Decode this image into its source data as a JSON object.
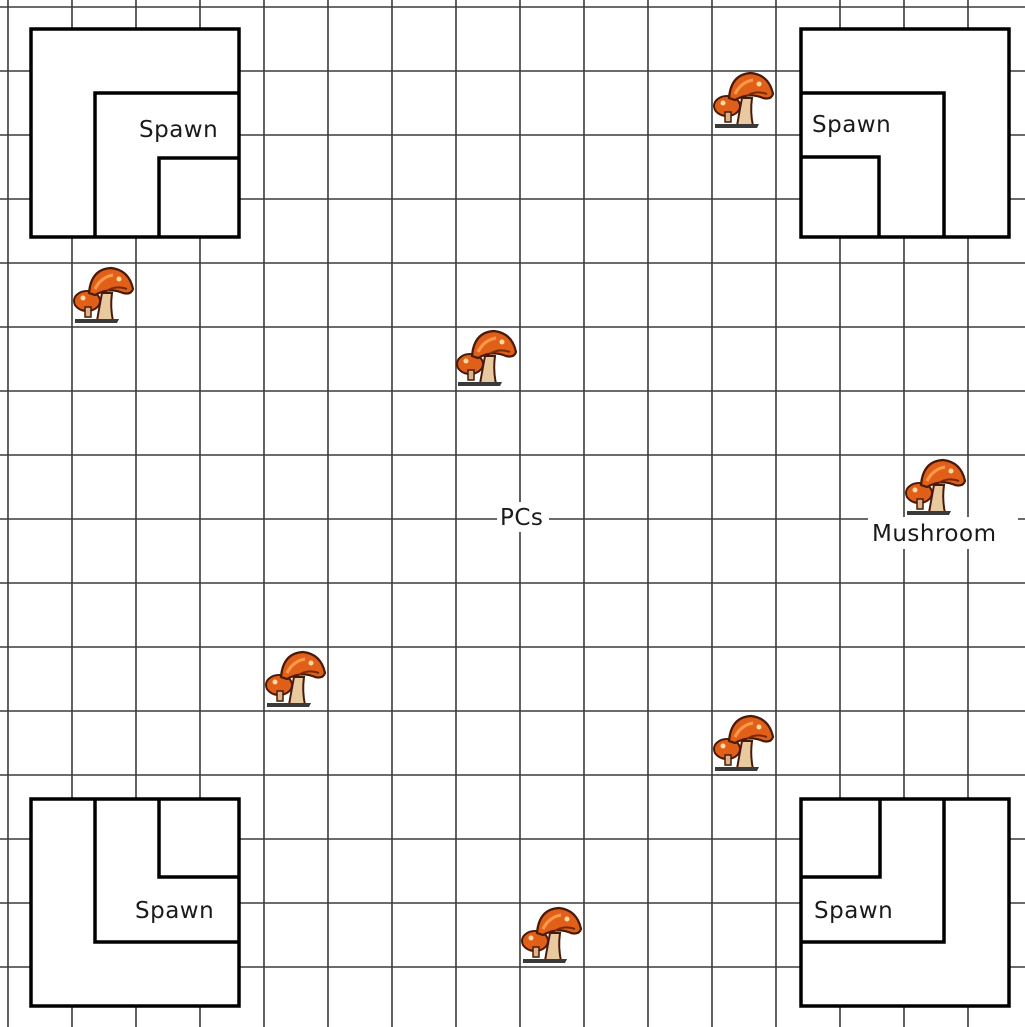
{
  "map": {
    "labels": {
      "spawn_top_left": "Spawn",
      "spawn_top_right": "Spawn",
      "spawn_bottom_left": "Spawn",
      "spawn_bottom_right": "Spawn",
      "pcs": "PCs",
      "mushroom": "Mushroom"
    },
    "colors": {
      "grid": "#3a3a3a",
      "walls": "#000000",
      "mushroom_cap": "#e0601a",
      "mushroom_stem": "#d8b48a"
    },
    "icons": [
      "mushroom-icon"
    ]
  }
}
